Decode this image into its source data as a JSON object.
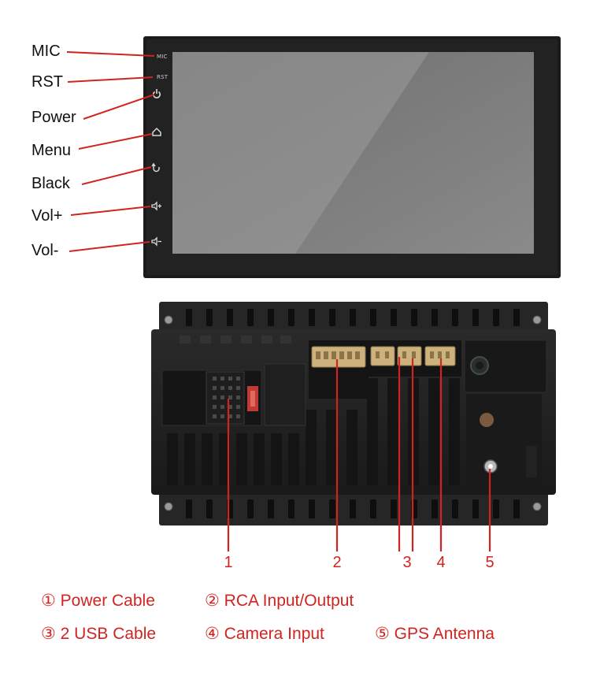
{
  "front_panel": {
    "side_labels": [
      "MIC",
      "RST",
      "Power",
      "Menu",
      "Black",
      "Vol+",
      "Vol-"
    ],
    "panel_button_text": {
      "mic": "MIC",
      "rst": "RST"
    },
    "icons": [
      "power-icon",
      "home-icon",
      "back-icon",
      "volume-up-icon",
      "volume-down-icon"
    ]
  },
  "rear_panel": {
    "callout_numbers": [
      "1",
      "2",
      "3",
      "3",
      "4",
      "5"
    ]
  },
  "legend": [
    "① Power Cable",
    "② RCA Input/Output",
    "③ 2 USB Cable",
    "④ Camera Input",
    "⑤ GPS Antenna"
  ],
  "colors": {
    "callout": "#d12420",
    "bezel": "#1c1c1c",
    "screen": "#7a7a7a",
    "connector": "#cdb27e"
  }
}
